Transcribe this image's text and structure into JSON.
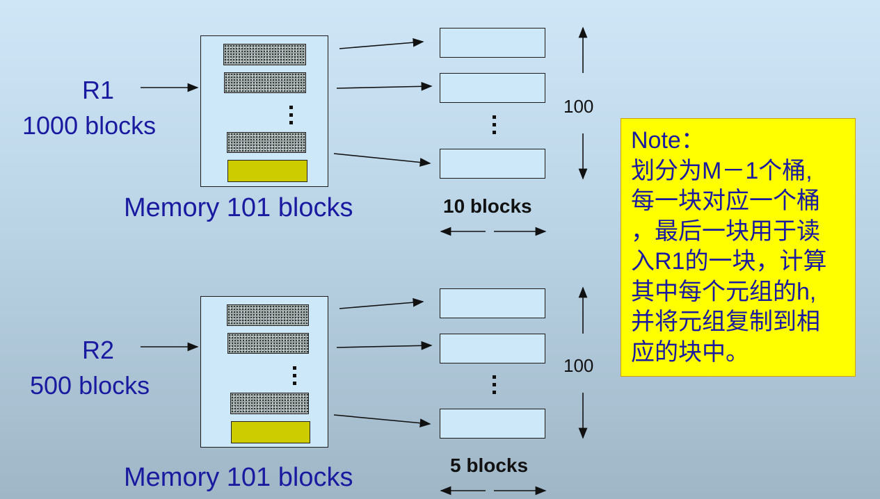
{
  "top": {
    "relation": "R1",
    "relation_size": "1000 blocks",
    "memory_label": "Memory 101 blocks",
    "bucket_count": "100",
    "bucket_size": "10 blocks"
  },
  "bottom": {
    "relation": "R2",
    "relation_size": "500 blocks",
    "memory_label": "Memory 101 blocks",
    "bucket_count": "100",
    "bucket_size": "5 blocks"
  },
  "note": {
    "lines": [
      "Note：",
      "划分为M－1个桶,",
      "每一块对应一个桶",
      "，最后一块用于读",
      "入R1的一块，计算",
      "其中每个元组的h,",
      "并将元组复制到相",
      "应的块中。"
    ]
  },
  "colors": {
    "text_blue": "#1a1aa0",
    "note_bg": "#ffff00",
    "input_buffer": "#cccc00",
    "memory_fill": "#cde8f8"
  }
}
